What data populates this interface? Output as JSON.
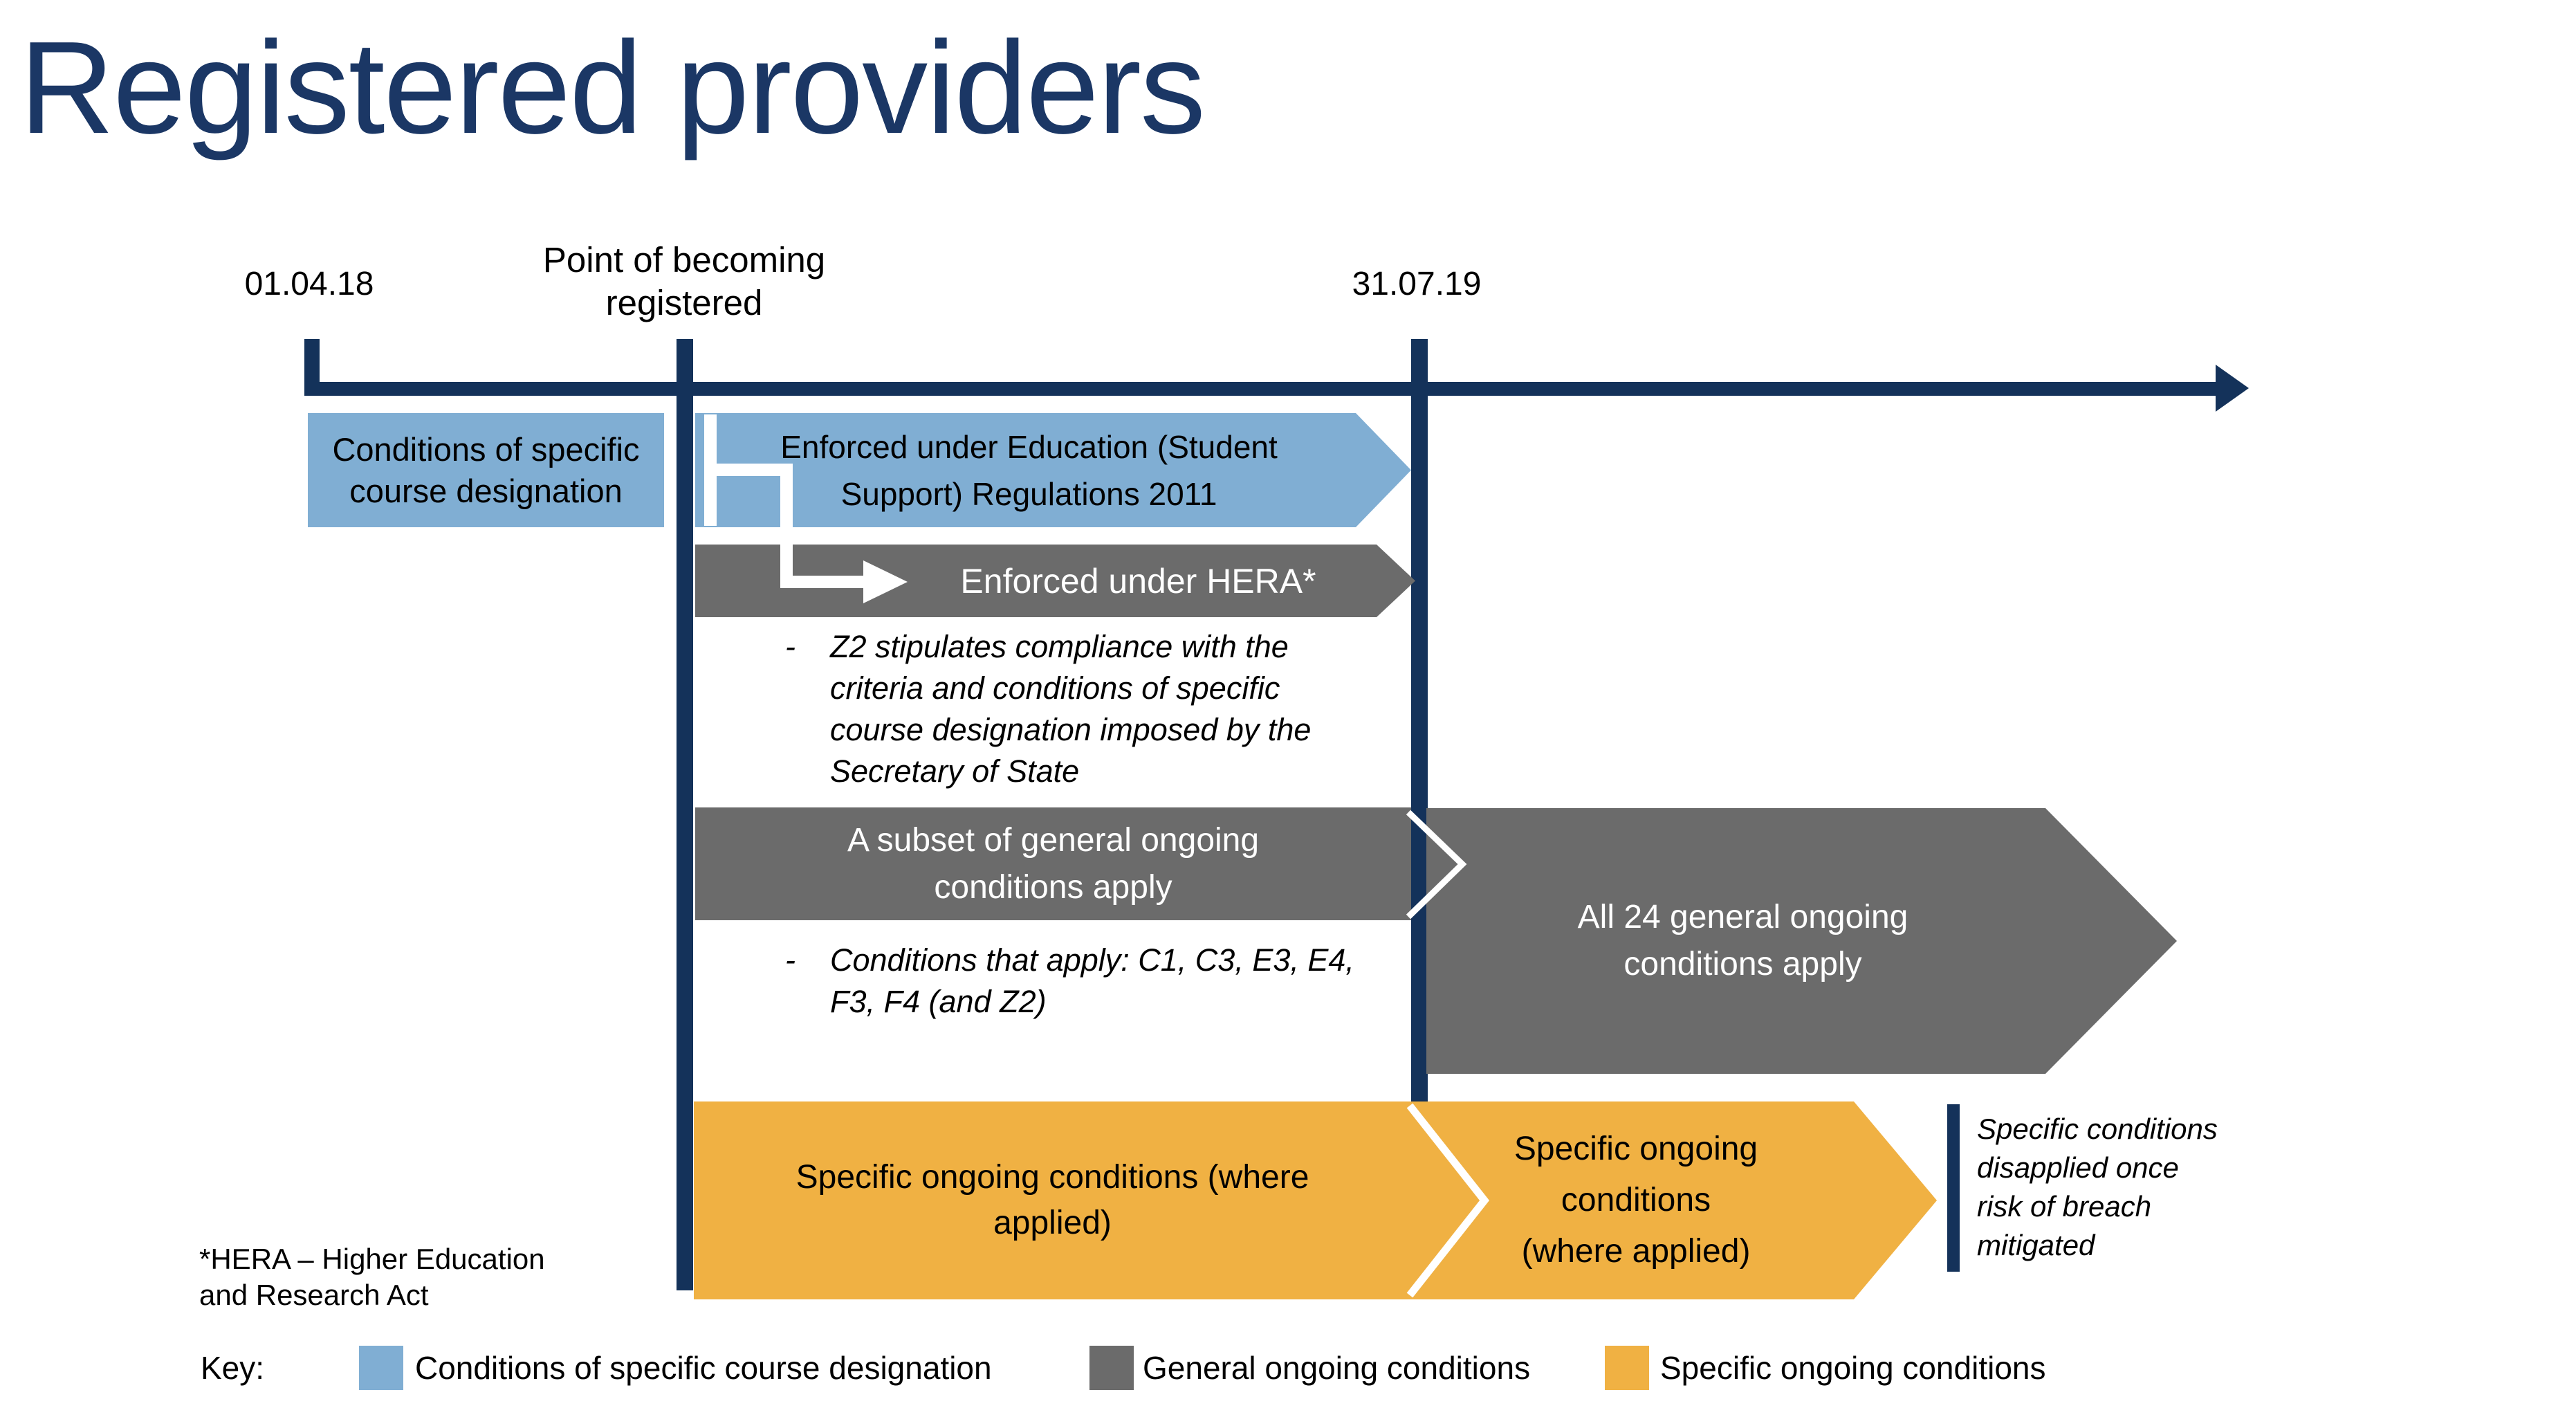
{
  "title": "Registered providers",
  "colors": {
    "navy": "#14325a",
    "title_navy": "#1b3765",
    "blue": "#80aed3",
    "gray": "#6b6b6b",
    "orange": "#f0b143"
  },
  "timeline": {
    "start_label": "01.04.18",
    "mid_label_line1": "Point of becoming",
    "mid_label_line2": "registered",
    "end_label": "31.07.19"
  },
  "blue_box": {
    "lines": [
      "Conditions of specific",
      "course designation"
    ]
  },
  "blue_arrow": {
    "lines": [
      "Enforced under Education (Student",
      "Support) Regulations 2011"
    ]
  },
  "hera_arrow": {
    "label": "Enforced under HERA*"
  },
  "z2_note": {
    "dash": "-",
    "lines": [
      "Z2 stipulates compliance with the",
      "criteria and conditions of specific",
      "course designation imposed by the",
      "Secretary of State"
    ]
  },
  "subset_arrow": {
    "lines": [
      "A subset of general ongoing",
      "conditions apply"
    ]
  },
  "conditions_note": {
    "dash": "-",
    "lines": [
      "Conditions that apply: C1, C3, E3, E4,",
      "F3, F4 (and Z2)"
    ]
  },
  "big_arrow": {
    "lines": [
      "All 24 general ongoing",
      "conditions apply"
    ]
  },
  "orange_arrow_1": {
    "lines": [
      "Specific ongoing conditions (where",
      "applied)"
    ]
  },
  "orange_arrow_2": {
    "lines": [
      "Specific ongoing",
      "conditions",
      "(where applied)"
    ]
  },
  "side_note": {
    "lines": [
      "Specific conditions",
      "disapplied once",
      "risk of breach",
      "mitigated"
    ]
  },
  "footnote": {
    "lines": [
      "*HERA – Higher Education",
      "and Research Act"
    ]
  },
  "key": {
    "label": "Key:",
    "items": [
      {
        "swatch_color": "#80aed3",
        "label": "Conditions of specific course designation"
      },
      {
        "swatch_color": "#6b6b6b",
        "label": "General ongoing conditions"
      },
      {
        "swatch_color": "#f0b143",
        "label": "Specific ongoing conditions"
      }
    ]
  }
}
